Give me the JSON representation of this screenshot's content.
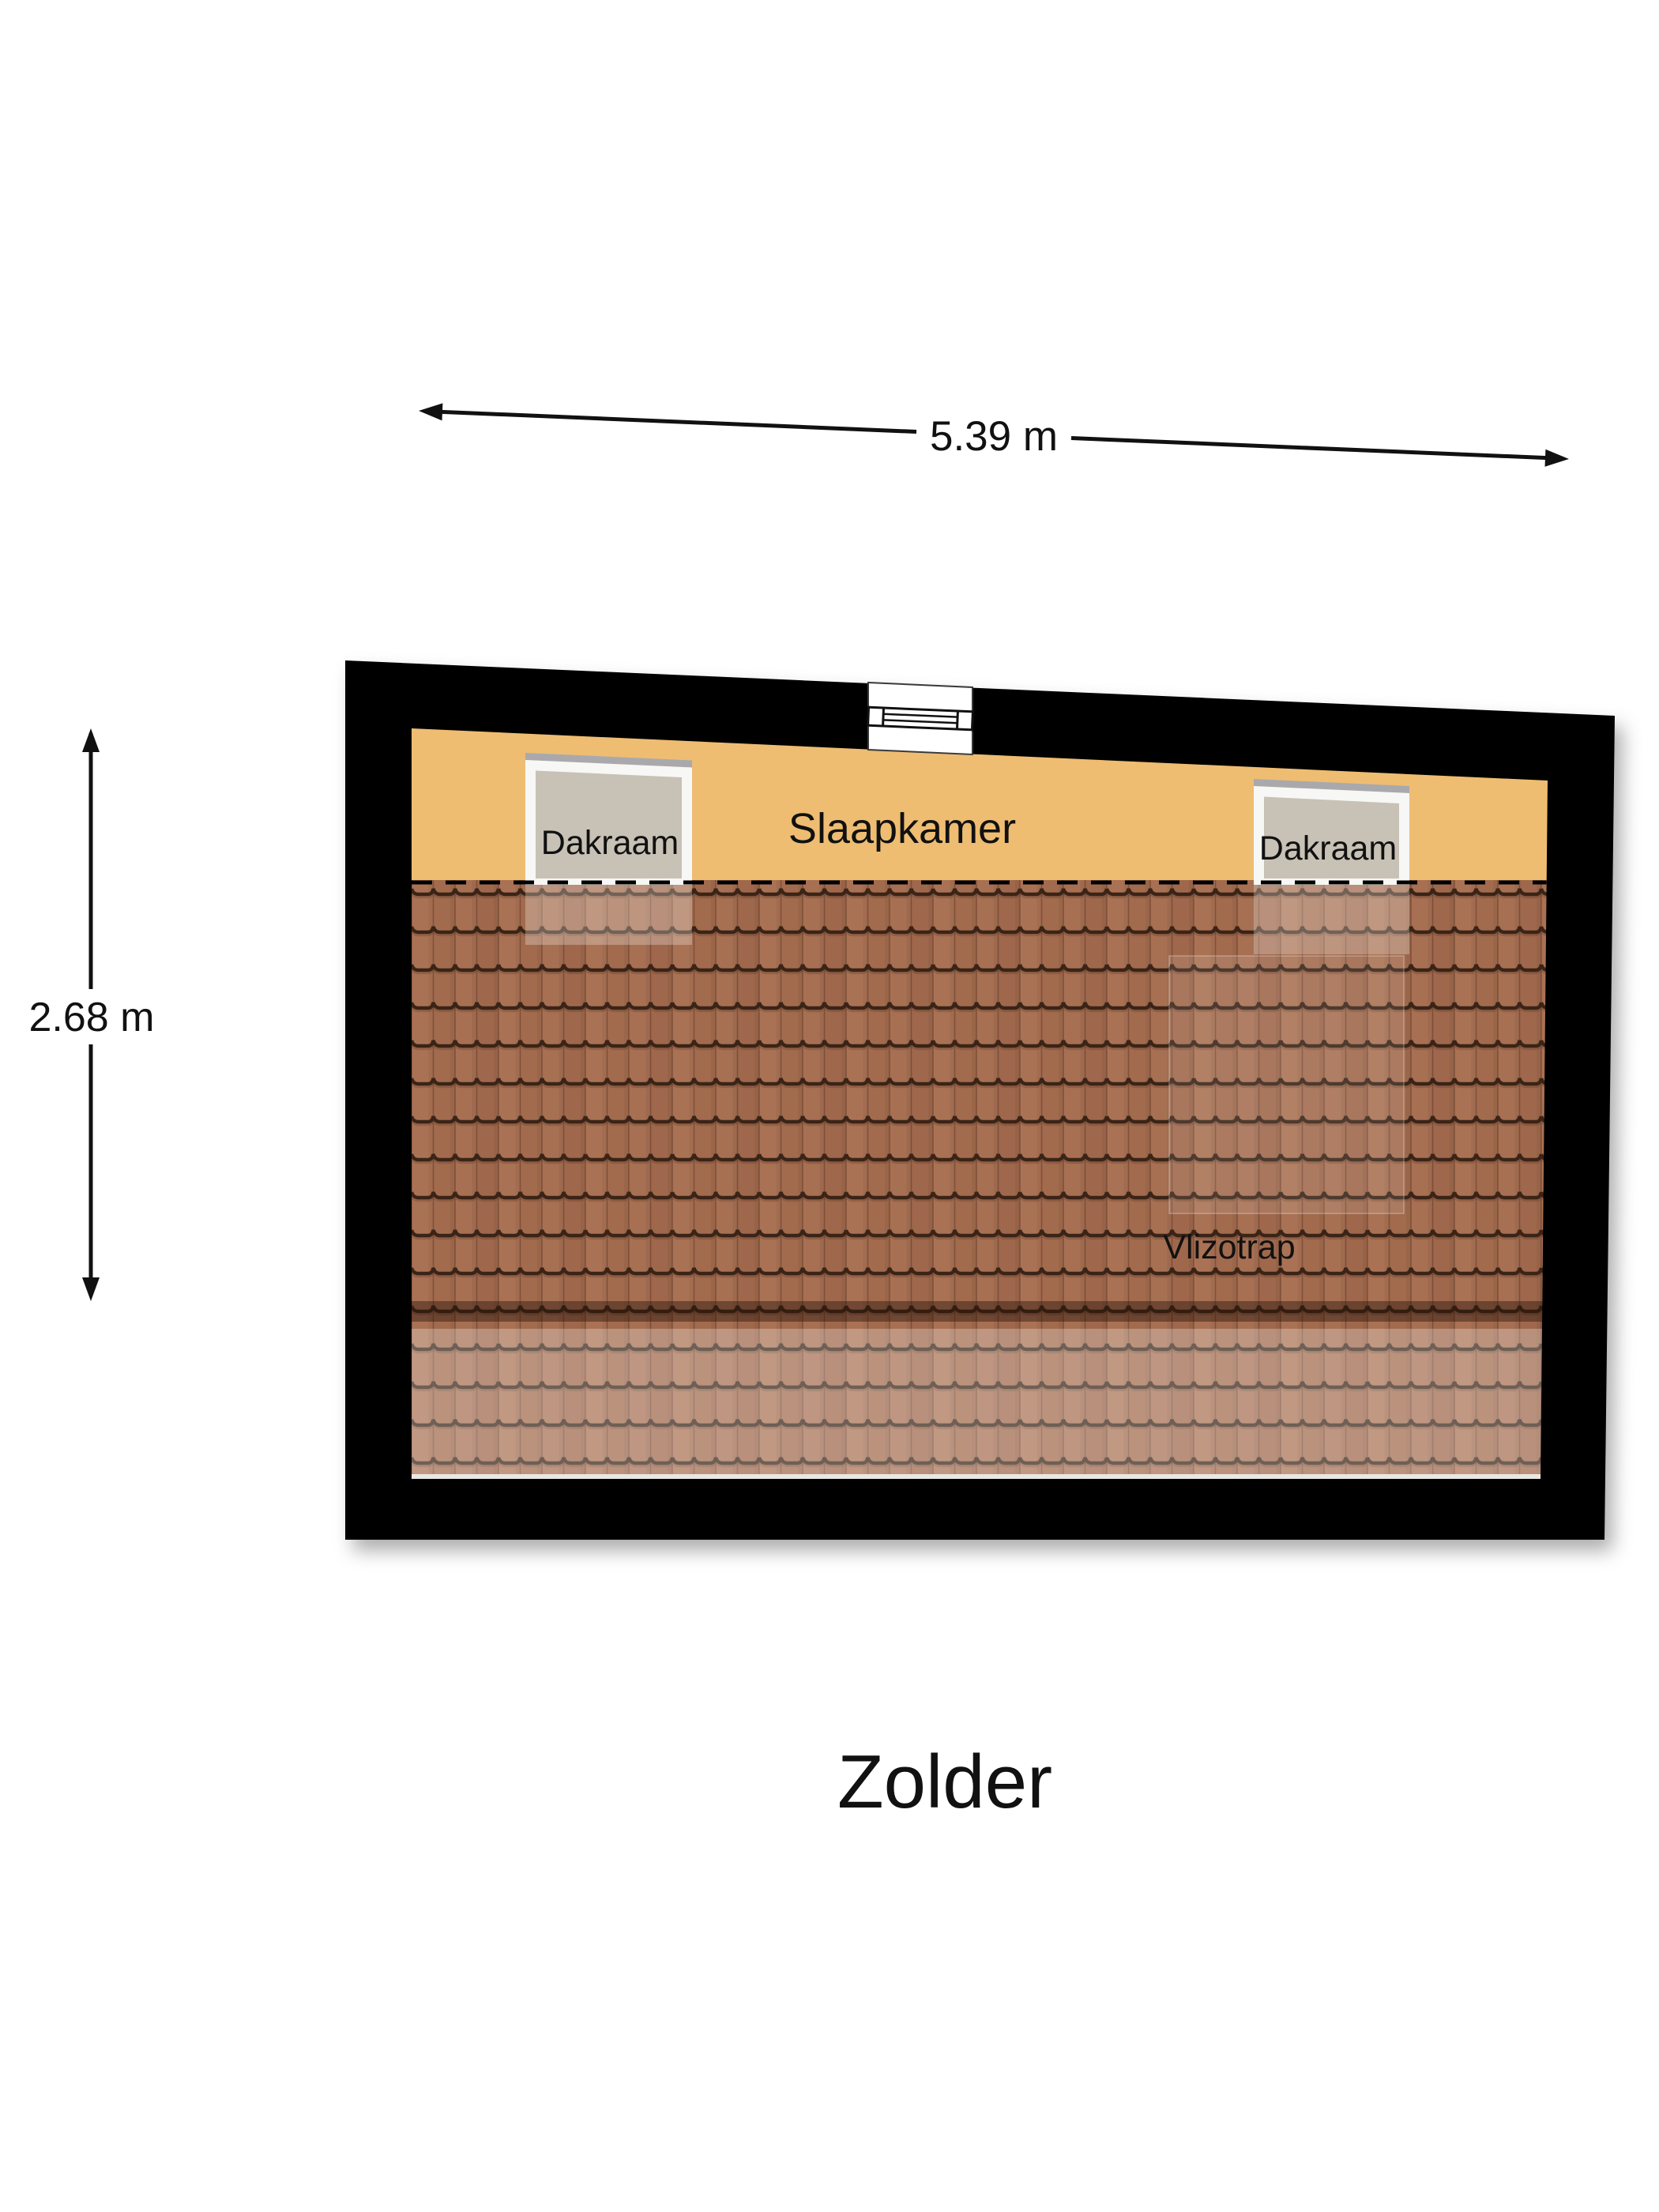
{
  "title": {
    "text": "Zolder"
  },
  "dimensions": {
    "width": {
      "label": "5.39 m"
    },
    "height": {
      "label": "2.68 m"
    }
  },
  "floorplan": {
    "room": {
      "label": "Slaapkamer"
    },
    "roof_window_left": {
      "label": "Dakraam"
    },
    "roof_window_right": {
      "label": "Dakraam"
    },
    "loft_ladder": {
      "label": "Vlizotrap"
    }
  },
  "colors": {
    "wall": "#000000",
    "room_floor": "#eebd72",
    "tile_base": "#a56e51",
    "tile_shade_1": "#aa7254",
    "tile_shade_2": "#a26b4e",
    "tile_shade_3": "#a77053",
    "tile_shade_4": "#9f684c",
    "tile_gap": "#3a2417",
    "tile_rib": "#5f3424",
    "window_glass": "#c8c1b5",
    "window_frame": "#f7f7f5",
    "window_top_bar": "#a9a9ad",
    "vent_fill": "#ffffff",
    "vent_line": "#111111",
    "dim_line": "#111111",
    "text": "#111111"
  }
}
